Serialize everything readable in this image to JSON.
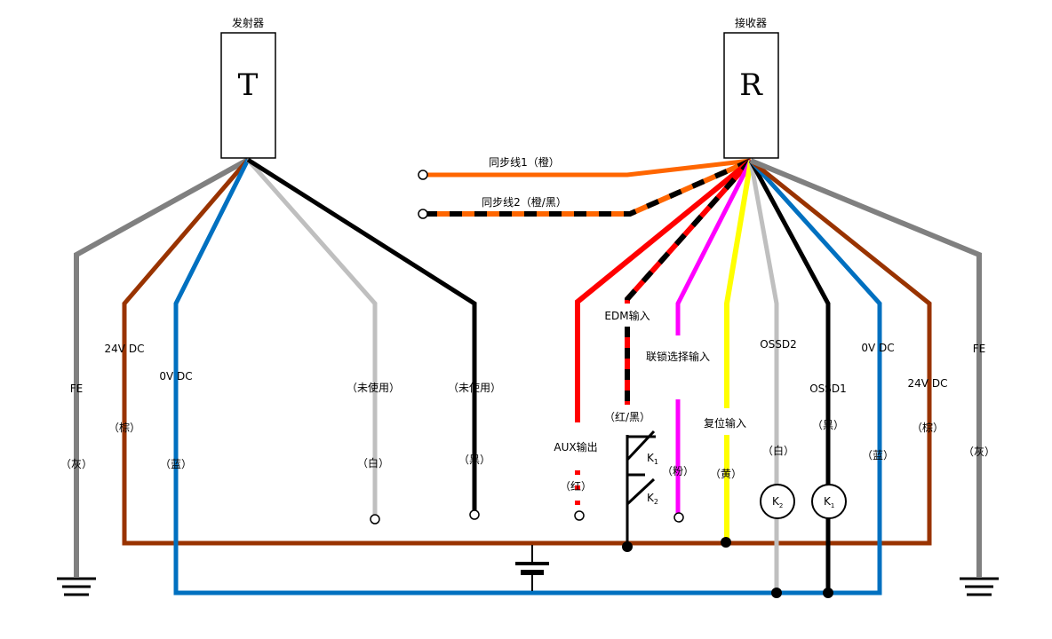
{
  "colors": {
    "gray": "#808080",
    "brown": "#993300",
    "blue": "#0070c0",
    "lightgray": "#bfbfbf",
    "black": "#000000",
    "orange": "#ff6600",
    "red": "#ff0000",
    "magenta": "#ff00ff",
    "yellow": "#ffff00"
  },
  "transmitter": {
    "title": "发射器",
    "letter": "T",
    "wires": {
      "fe": {
        "name": "FE",
        "color_label": "（灰）"
      },
      "v24": {
        "name": "24V DC",
        "color_label": "（棕）"
      },
      "v0": {
        "name": "0V DC",
        "color_label": "（蓝）"
      },
      "unused_white": {
        "name": "（未使用）",
        "color_label": "（白）"
      },
      "unused_black": {
        "name": "（未使用）",
        "color_label": "（黑）"
      }
    }
  },
  "receiver": {
    "title": "接收器",
    "letter": "R",
    "sync1": "同步线1（橙）",
    "sync2": "同步线2（橙/黑）",
    "wires": {
      "aux": {
        "name": "AUX输出",
        "color_label": "（红）"
      },
      "edm": {
        "name": "EDM输入",
        "color_label": "（红/黑）"
      },
      "interlock": {
        "name": "联锁选择输入",
        "color_label": "（粉）"
      },
      "reset": {
        "name": "复位输入",
        "color_label": "（黄）"
      },
      "ossd2": {
        "name": "OSSD2",
        "color_label": "（白）"
      },
      "ossd1": {
        "name": "OSSD1",
        "color_label": "（黑）"
      },
      "v0": {
        "name": "0V DC",
        "color_label": "（蓝）"
      },
      "v24": {
        "name": "24V DC",
        "color_label": "（棕）"
      },
      "fe": {
        "name": "FE",
        "color_label": "（灰）"
      }
    }
  },
  "relays": {
    "k1": {
      "base": "K",
      "sub": "1"
    },
    "k2": {
      "base": "K",
      "sub": "2"
    }
  }
}
